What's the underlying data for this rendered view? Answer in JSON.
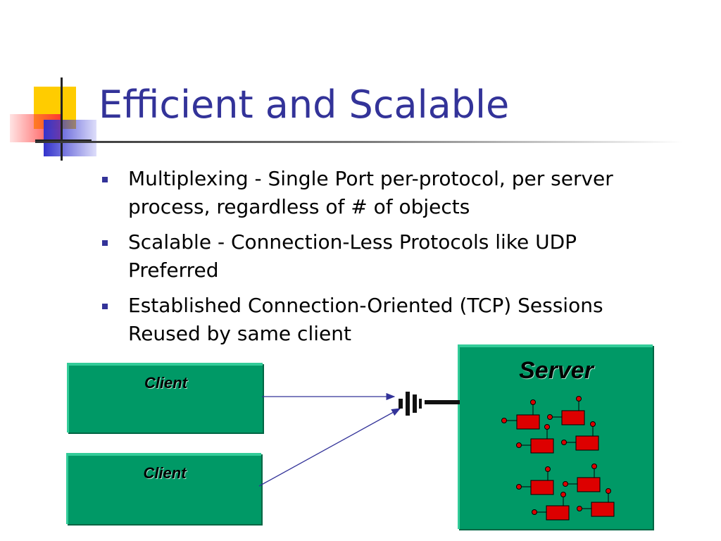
{
  "slide": {
    "title": "Efficient and Scalable",
    "bullets": [
      {
        "text": "Multiplexing - Single Port per-protocol, per server process, regardless of # of objects"
      },
      {
        "text": "Scalable - Connection-Less Protocols like UDP Preferred"
      },
      {
        "text": "Established Connection-Oriented (TCP) Sessions Reused by same client"
      }
    ]
  },
  "diagram": {
    "clients": [
      {
        "label": "Client"
      },
      {
        "label": "Client"
      }
    ],
    "server": {
      "label": "Server"
    },
    "colors": {
      "box_fill": "#009966",
      "box_highlight": "#33cc99",
      "object_fill": "#dd0000",
      "connector": "#333399",
      "title": "#333399"
    }
  }
}
